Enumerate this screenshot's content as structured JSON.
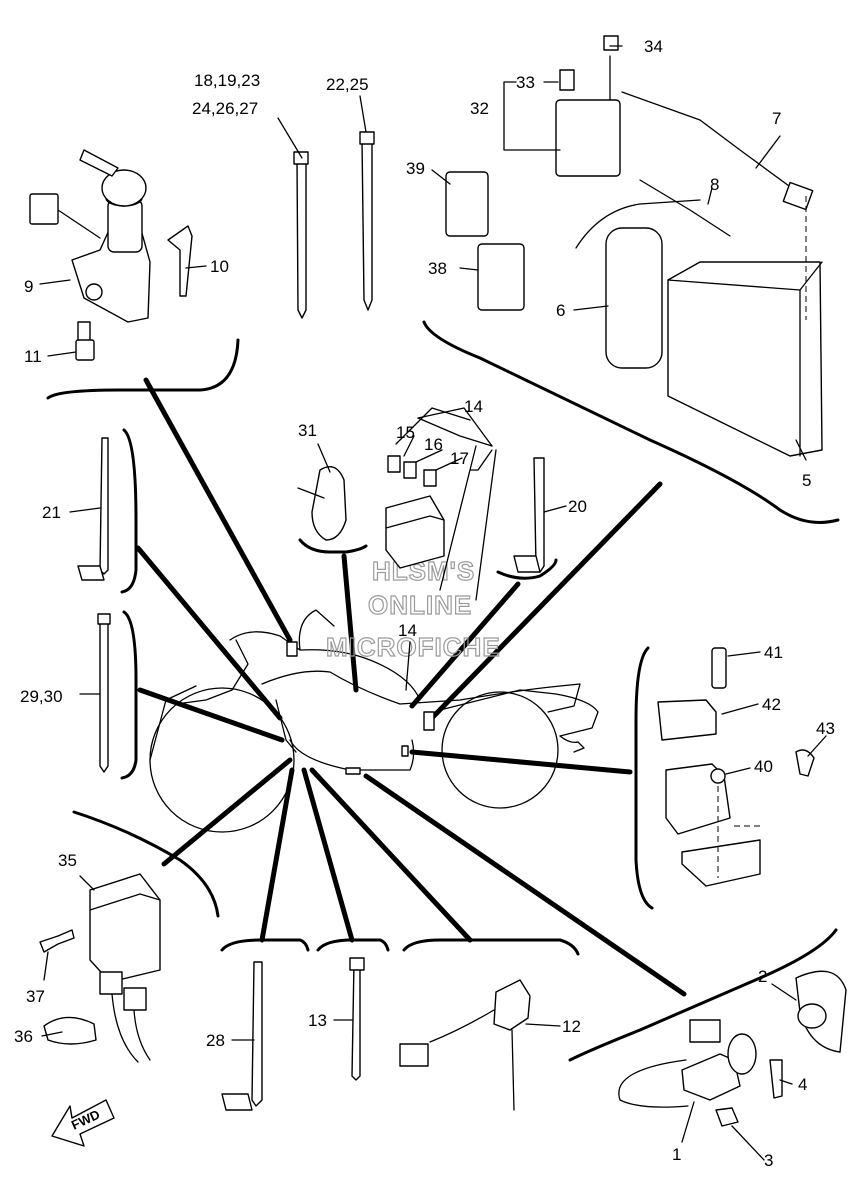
{
  "diagram": {
    "callouts": [
      "18,19,23",
      "24,26,27",
      "22,25",
      "34",
      "33",
      "32",
      "7",
      "39",
      "8",
      "38",
      "6",
      "5",
      "9",
      "10",
      "11",
      "21",
      "31",
      "14",
      "15",
      "16",
      "17",
      "20",
      "29,30",
      "41",
      "42",
      "43",
      "40",
      "35",
      "37",
      "36",
      "28",
      "13",
      "12",
      "2",
      "4",
      "1",
      "3"
    ],
    "center_callout": "14",
    "watermark": [
      "HLSM'S",
      "ONLINE",
      "MICROFICHE"
    ],
    "fwd_label": "FWD"
  }
}
